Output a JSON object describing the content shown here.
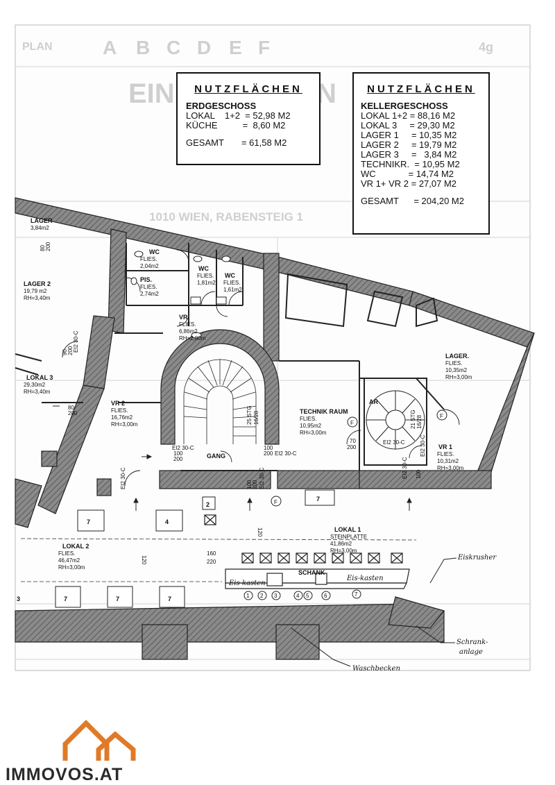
{
  "sheet": {
    "header_letters": [
      "A",
      "B",
      "C",
      "D",
      "E",
      "F"
    ],
    "header_left": "PLAN",
    "header_right": "4g",
    "faint_title": "EINREICHPLAN",
    "faint_address": "1010 WIEN, RABENSTEIG 1"
  },
  "erdgeschoss_box": {
    "title": "NUTZFLÄCHEN",
    "subtitle": "ERDGESCHOSS",
    "rows": [
      "LOKAL    1+2  = 52,98 M2",
      "KÜCHE          =  8,60 M2"
    ],
    "total": "GESAMT       = 61,58 M2"
  },
  "keller_box": {
    "title": "NUTZFLÄCHEN",
    "subtitle": "KELLERGESCHOSS",
    "rows": [
      "LOKAL 1+2 = 88,16 M2",
      "LOKAL 3     = 29,30 M2",
      "LAGER 1     = 10,35 M2",
      "LAGER 2     = 19,79 M2",
      "LAGER 3     =   3,84 M2",
      "TECHNIKR.  = 10,95 M2",
      "WC             = 14,74 M2",
      "VR 1+ VR 2 = 27,07 M2"
    ],
    "total": "GESAMT      = 204,20 M2"
  },
  "rooms": {
    "lager3": [
      "LAGER",
      "3,84m2"
    ],
    "lager2": [
      "LAGER 2",
      "19,79 m2",
      "RH=3,40m"
    ],
    "lokal3": [
      "LOKAL 3",
      "29,30m2",
      "RH=3,40m"
    ],
    "wc1": [
      "WC",
      "FLIES.",
      "2,04m2"
    ],
    "pis": [
      "PIS.",
      "FLIES.",
      "2,74m2"
    ],
    "wc2": [
      "WC",
      "FLIES.",
      "1,81m2"
    ],
    "wc3": [
      "WC",
      "FLIES.",
      "1,61m2"
    ],
    "vr_top": [
      "VR",
      "FLIES.",
      "6,86m2",
      "RH=2,80m"
    ],
    "vr2": [
      "VR 2",
      "FLIES.",
      "16,76m2",
      "RH=3,00m"
    ],
    "gang": "GANG",
    "technik": [
      "TECHNIK RAUM",
      "FLIES.",
      "10,95m2",
      "RH=3,00m"
    ],
    "lager_right": [
      "LAGER.",
      "FLIES.",
      "10,35m2",
      "RH=3,00m"
    ],
    "vr1": [
      "VR 1",
      "FLIES.",
      "10,31m2",
      "RH=3,00m"
    ],
    "ar": "AR",
    "lokal1": [
      "LOKAL 1",
      "STEINPLATTE",
      "41,86m2",
      "RH=3,00m"
    ],
    "lokal2": [
      "LOKAL 2",
      "FLIES.",
      "46,47m2",
      "RH=3,00m"
    ],
    "schank": "SCHANK"
  },
  "door_labels": {
    "d80_200": [
      "80",
      "200"
    ],
    "d90_200": [
      "90",
      "200"
    ],
    "d100_200": [
      "100",
      "200"
    ],
    "d70_200": [
      "70",
      "200"
    ],
    "ei2_30c": "EI2 30-C",
    "stg": [
      "25 STG",
      "16/28"
    ],
    "stg2": [
      "21 STG",
      "16/28"
    ],
    "dim_160_220": [
      "160",
      "220"
    ],
    "num2": "2",
    "num4": "4",
    "num7": "7",
    "num3": "3",
    "dim120": "120",
    "f": "F"
  },
  "annotations": {
    "eiskasten1": "Eis-kasten",
    "eiskasten2": "Eis-kasten",
    "eiskrusher": "Eiskrusher",
    "schrankanlage": [
      "Schrank-",
      "anlage"
    ],
    "waschbecken": "Waschbecken",
    "circled": [
      "1",
      "2",
      "3",
      "4",
      "5",
      "6",
      "7"
    ]
  },
  "logo": {
    "text": "IMMOVOS.AT",
    "color": "#e07a28"
  }
}
